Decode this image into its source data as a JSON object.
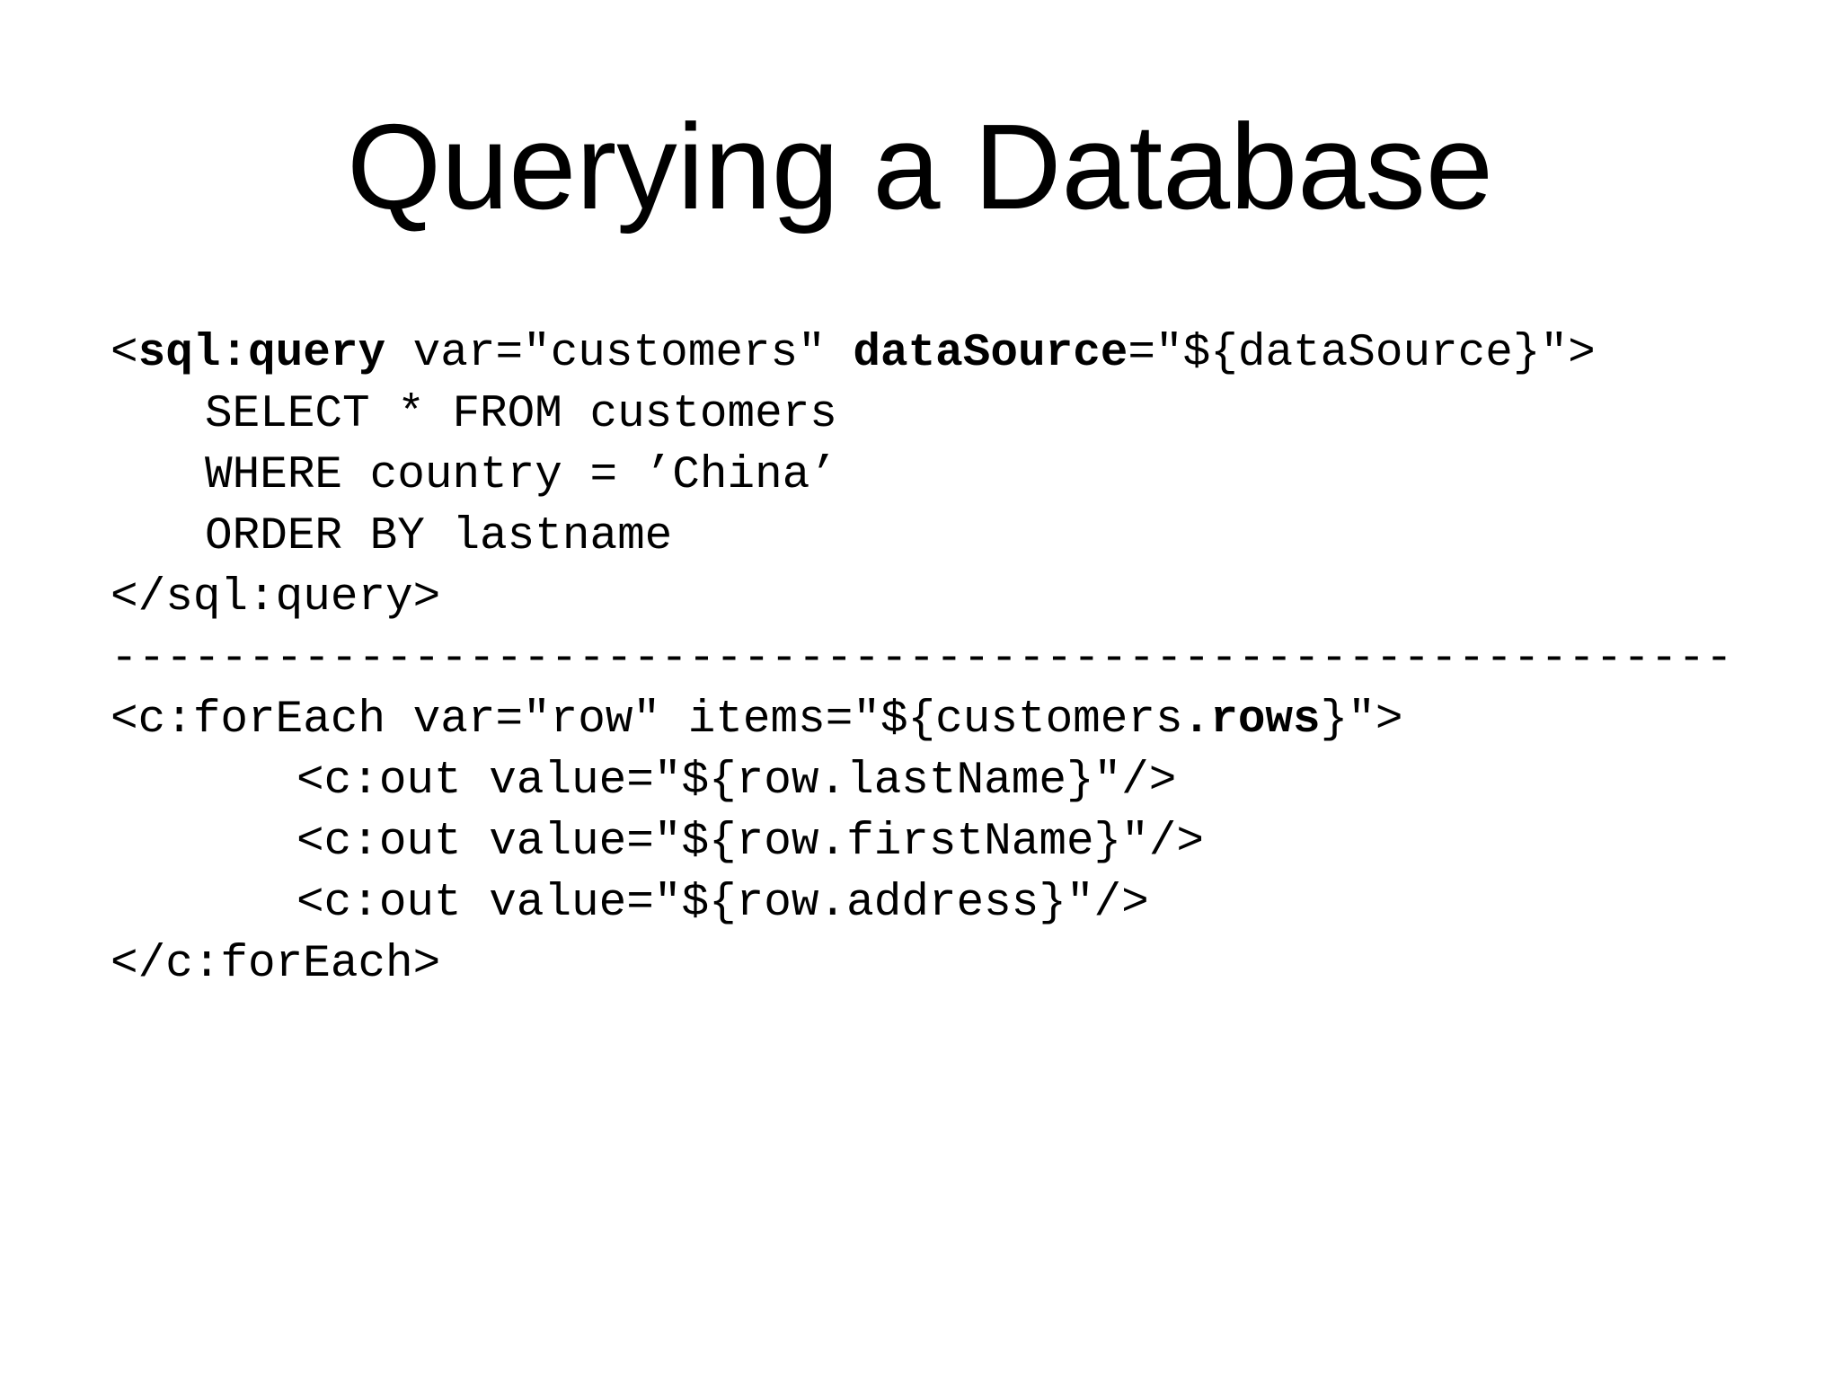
{
  "slide": {
    "title": "Querying a Database",
    "colors": {
      "background": "#ffffff",
      "text": "#000000"
    },
    "code_lines": [
      {
        "name": "code-line-sql-query-open",
        "indent": 0,
        "segments": [
          {
            "t": "<",
            "b": false
          },
          {
            "t": "sql:query",
            "b": true
          },
          {
            "t": " var=\"customers\" ",
            "b": false
          },
          {
            "t": "dataSource",
            "b": true
          },
          {
            "t": "=\"${dataSource}\">",
            "b": false
          }
        ]
      },
      {
        "name": "code-line-select",
        "indent": 1,
        "segments": [
          {
            "t": "SELECT * FROM customers",
            "b": false
          }
        ]
      },
      {
        "name": "code-line-where",
        "indent": 1,
        "segments": [
          {
            "t": "WHERE country = ’China’",
            "b": false
          }
        ]
      },
      {
        "name": "code-line-order-by",
        "indent": 1,
        "segments": [
          {
            "t": "ORDER BY lastname",
            "b": false
          }
        ]
      },
      {
        "name": "code-line-sql-query-close",
        "indent": 0,
        "segments": [
          {
            "t": "</sql:query>",
            "b": false
          }
        ]
      },
      {
        "name": "separator-dashes",
        "indent": 0,
        "segments": [
          {
            "t": "-----------------------------------------------------------",
            "b": false
          }
        ]
      },
      {
        "name": "code-line-foreach-open",
        "indent": 0,
        "segments": [
          {
            "t": "<c:forEach var=\"row\" items=\"${customers",
            "b": false
          },
          {
            "t": ".rows",
            "b": true
          },
          {
            "t": "}\">",
            "b": false
          }
        ]
      },
      {
        "name": "code-line-out-lastname",
        "indent": 2,
        "segments": [
          {
            "t": "<c:out value=\"${row.lastName}\"/>",
            "b": false
          }
        ]
      },
      {
        "name": "code-line-out-firstname",
        "indent": 2,
        "segments": [
          {
            "t": "<c:out value=\"${row.firstName}\"/>",
            "b": false
          }
        ]
      },
      {
        "name": "code-line-out-address",
        "indent": 2,
        "segments": [
          {
            "t": "<c:out value=\"${row.address}\"/>",
            "b": false
          }
        ]
      },
      {
        "name": "code-line-foreach-close",
        "indent": 0,
        "segments": [
          {
            "t": "</c:forEach>",
            "b": false
          }
        ]
      }
    ]
  }
}
